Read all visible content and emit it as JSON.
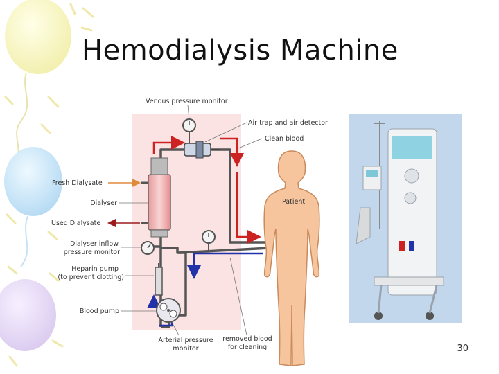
{
  "slide": {
    "title": "Hemodialysis Machine",
    "page_number": "30"
  },
  "diagram": {
    "labels": {
      "venous_pressure_monitor": "Venous pressure monitor",
      "air_trap": "Air trap and air detector",
      "clean_blood": "Clean blood",
      "fresh_dialysate": "Fresh Dialysate",
      "dialyser": "Dialyser",
      "used_dialysate": "Used Dialysate",
      "inflow_monitor_1": "Dialyser inflow",
      "inflow_monitor_2": "pressure monitor",
      "heparin_pump_1": "Heparin pump",
      "heparin_pump_2": "(to prevent clotting)",
      "blood_pump": "Blood pump",
      "patient": "Patient",
      "arterial_monitor_1": "Arterial pressure",
      "arterial_monitor_2": "monitor",
      "removed_blood_1": "removed blood",
      "removed_blood_2": "for cleaning"
    }
  },
  "colors": {
    "panel_pink": "#fbe3e3",
    "body_skin": "#f7c59d",
    "arrow_red": "#cc2222",
    "arrow_blue": "#2233aa",
    "tubing": "#555555",
    "arrow_orange": "#e08a3c"
  }
}
